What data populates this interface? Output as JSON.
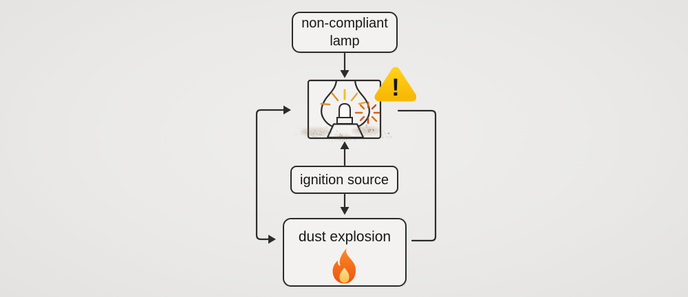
{
  "diagram": {
    "nodes": {
      "non_compliant_lamp": {
        "label": "non-compliant lamp"
      },
      "ignition_source": {
        "label": "ignition source"
      },
      "dust_explosion": {
        "label": "dust explosion"
      }
    },
    "icons": {
      "warning_glyph": "!",
      "warning_triangle": "warning-triangle",
      "fire": "fire-flame",
      "lamp_illustration": "kerosene-lamp-sparking-over-dust"
    },
    "edges": [
      {
        "from": "non_compliant_lamp",
        "to": "lamp_illustration",
        "style": "arrow-down"
      },
      {
        "from": "ignition_source",
        "to": "lamp_illustration",
        "style": "arrow-up"
      },
      {
        "from": "ignition_source",
        "to": "dust_explosion",
        "style": "arrow-down"
      },
      {
        "from": "left-feedback-loop",
        "to": "lamp_illustration + dust_explosion",
        "style": "double-arrow-right"
      },
      {
        "from": "lamp_illustration",
        "to": "dust_explosion",
        "style": "plain-loop-right"
      }
    ],
    "colors": {
      "background": "#eae9e7",
      "line": "#2b2b2b",
      "box_fill": "#f3f2f0",
      "warning_yellow_top": "#ffd018",
      "warning_yellow_bottom": "#f7b905",
      "spark_yellow": "#f2c025",
      "spark_gold": "#dd9428",
      "spark_orange": "#d85c18",
      "flame_orange_top": "#fd8a24",
      "flame_orange_bottom": "#ec5414",
      "flame_inner_top": "#fde29a",
      "flame_inner_bottom": "#f8c04a",
      "dust_brown": "#7a5a33"
    }
  }
}
